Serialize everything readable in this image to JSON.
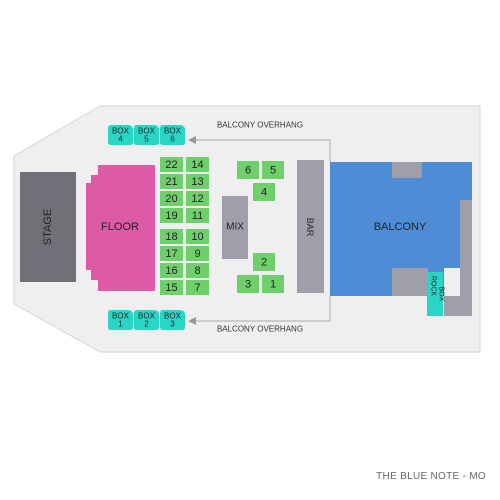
{
  "venue_name": "THE BLUE NOTE - MO",
  "colors": {
    "background": "#efefef",
    "stage": "#717078",
    "floor": "#dd5aa4",
    "seat_green": "#6ecf6b",
    "mix_bar": "#9f9faa",
    "balcony": "#4f8cd6",
    "box": "#29d6c6",
    "outline": "#bdbdbd"
  },
  "areas": {
    "stage": "STAGE",
    "floor": "FLOOR",
    "mix": "MIX",
    "bar": "BAR",
    "balcony": "BALCONY",
    "rock_box_line1": "ROCK",
    "rock_box_line2": "BOX"
  },
  "overhangs": {
    "top": "BALCONY OVERHANG",
    "bottom": "BALCONY OVERHANG"
  },
  "boxes_top": [
    {
      "line1": "BOX",
      "line2": "4"
    },
    {
      "line1": "BOX",
      "line2": "5"
    },
    {
      "line1": "BOX",
      "line2": "6"
    }
  ],
  "boxes_bottom": [
    {
      "line1": "BOX",
      "line2": "1"
    },
    {
      "line1": "BOX",
      "line2": "2"
    },
    {
      "line1": "BOX",
      "line2": "3"
    }
  ],
  "sections_left": [
    "22",
    "14",
    "21",
    "13",
    "20",
    "12",
    "19",
    "11",
    "18",
    "10",
    "17",
    "9",
    "16",
    "8",
    "15",
    "7"
  ],
  "sections_right": [
    "6",
    "5",
    "4",
    "2",
    "3",
    "1"
  ]
}
